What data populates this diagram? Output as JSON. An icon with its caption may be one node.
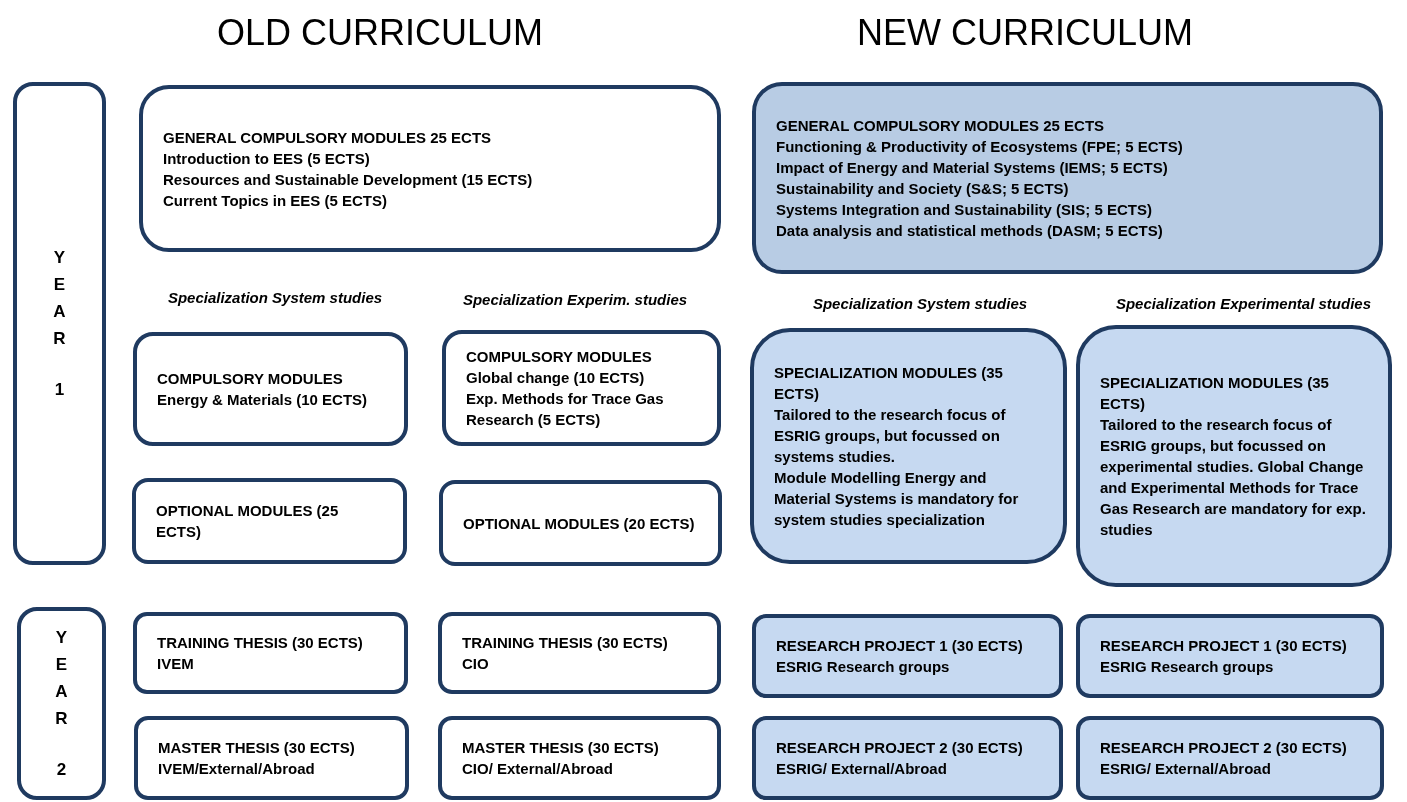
{
  "diagram": {
    "nodes": [
      {
        "text": [
          "YEAR",
          "1"
        ]
      },
      {
        "text": [
          "GENERAL COMPULSORY MODULES 25 ECTS",
          "Introduction to EES (5 ECTS)",
          "Resources and Sustainable Development (15 ECTS)",
          "Current Topics in EES (5 ECTS)"
        ]
      },
      {
        "text": [
          "GENERAL COMPULSORY MODULES 25 ECTS",
          "Functioning & Productivity of Ecosystems (FPE; 5 ECTS)",
          "Impact of Energy and Material Systems (IEMS; 5 ECTS)",
          "Sustainability and Society (S&S; 5 ECTS)",
          "Systems Integration and Sustainability (SIS; 5 ECTS)",
          "Data analysis and statistical methods (DASM; 5 ECTS)"
        ]
      },
      {
        "text": [
          "COMPULSORY MODULES",
          "Energy & Materials (10 ECTS)"
        ]
      },
      {
        "text": [
          "COMPULSORY MODULES",
          "Global change (10 ECTS)",
          "Exp. Methods for Trace Gas Research (5 ECTS)"
        ]
      },
      {
        "text": [
          "SPECIALIZATION MODULES (35 ECTS)",
          "Tailored to the research focus of ESRIG groups, but focussed on systems studies.",
          "Module Modelling Energy and Material Systems is mandatory for system studies specialization"
        ]
      },
      {
        "text": [
          "SPECIALIZATION MODULES (35 ECTS)",
          "Tailored to the research focus of ESRIG groups, but focussed on experimental studies. Global Change and Experimental Methods for Trace Gas Research are mandatory for exp. studies"
        ]
      },
      {
        "text": [
          "OPTIONAL MODULES (25 ECTS)"
        ]
      },
      {
        "text": [
          "OPTIONAL MODULES (20 ECTS)"
        ]
      },
      {
        "text": [
          "YEAR",
          "2"
        ]
      },
      {
        "text": [
          "TRAINING THESIS (30 ECTS)",
          "IVEM"
        ]
      },
      {
        "text": [
          "TRAINING THESIS (30 ECTS)",
          "CIO"
        ]
      },
      {
        "text": [
          "RESEARCH PROJECT 1 (30 ECTS)",
          "ESRIG Research groups"
        ]
      },
      {
        "text": [
          "RESEARCH PROJECT 1 (30 ECTS)",
          "ESRIG Research groups"
        ]
      },
      {
        "text": [
          "MASTER THESIS (30 ECTS)",
          "IVEM/External/Abroad"
        ]
      },
      {
        "text": [
          "MASTER THESIS (30 ECTS)",
          "CIO/ External/Abroad"
        ]
      },
      {
        "text": [
          "RESEARCH PROJECT 2 (30 ECTS)",
          "ESRIG/ External/Abroad"
        ]
      },
      {
        "text": [
          "RESEARCH PROJECT 2 (30 ECTS)",
          "ESRIG/ External/Abroad"
        ]
      }
    ],
    "labels": [
      "OLD CURRICULUM",
      "NEW CURRICULUM",
      "Specialization System studies",
      "Specialization Experim. studies",
      "Specialization System studies",
      "Specialization Experimental studies"
    ]
  }
}
